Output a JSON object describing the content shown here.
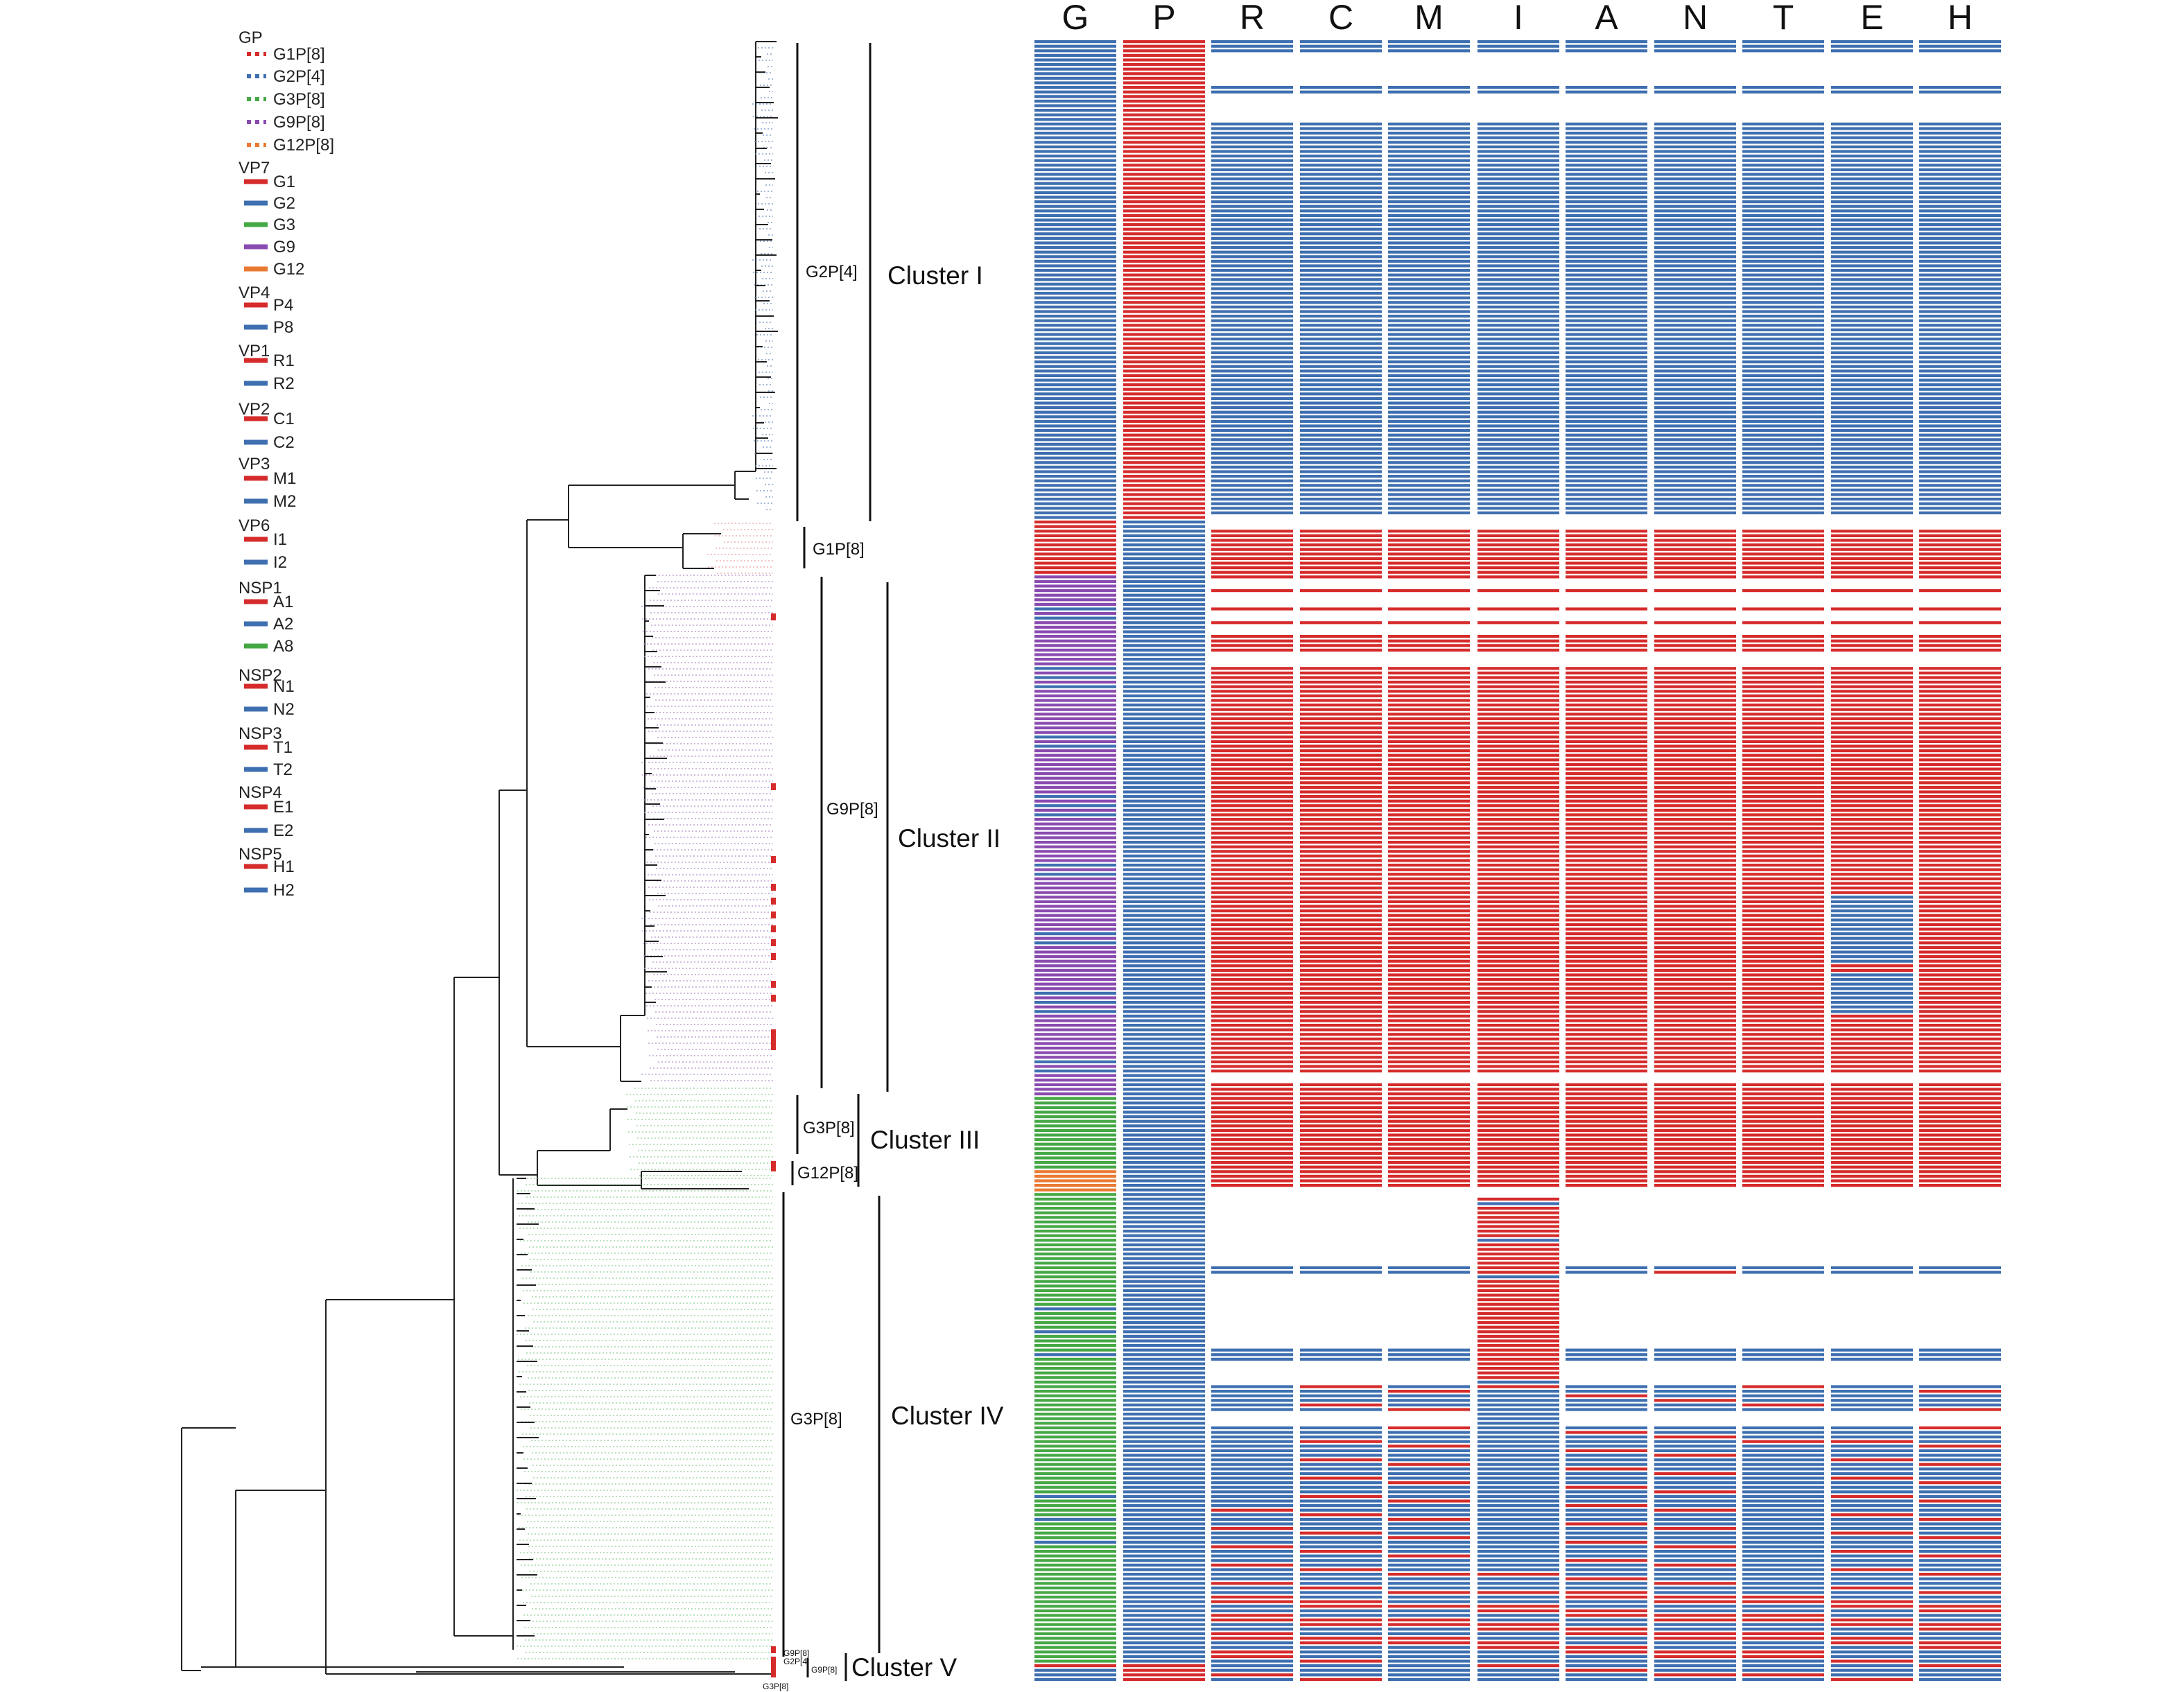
{
  "legend": {
    "GP": {
      "title": "GP",
      "items": [
        {
          "label": "G1P[8]",
          "color": "#d62b2b",
          "dashed": true
        },
        {
          "label": "G2P[4]",
          "color": "#3e6fb0",
          "dashed": true
        },
        {
          "label": "G3P[8]",
          "color": "#45a845",
          "dashed": true
        },
        {
          "label": "G9P[8]",
          "color": "#8a4bb0",
          "dashed": true
        },
        {
          "label": "G12P[8]",
          "color": "#e97a33",
          "dashed": true
        }
      ]
    },
    "VP7": {
      "title": "VP7",
      "items": [
        {
          "label": "G1",
          "color": "#d62b2b"
        },
        {
          "label": "G2",
          "color": "#3e6fb0"
        },
        {
          "label": "G3",
          "color": "#45a845"
        },
        {
          "label": "G9",
          "color": "#8a4bb0"
        },
        {
          "label": "G12",
          "color": "#e97a33"
        }
      ]
    },
    "VP4": {
      "title": "VP4",
      "items": [
        {
          "label": "P4",
          "color": "#d62b2b"
        },
        {
          "label": "P8",
          "color": "#3e6fb0"
        }
      ]
    },
    "VP1": {
      "title": "VP1",
      "items": [
        {
          "label": "R1",
          "color": "#d62b2b"
        },
        {
          "label": "R2",
          "color": "#3e6fb0"
        }
      ]
    },
    "VP2": {
      "title": "VP2",
      "items": [
        {
          "label": "C1",
          "color": "#d62b2b"
        },
        {
          "label": "C2",
          "color": "#3e6fb0"
        }
      ]
    },
    "VP3": {
      "title": "VP3",
      "items": [
        {
          "label": "M1",
          "color": "#d62b2b"
        },
        {
          "label": "M2",
          "color": "#3e6fb0"
        }
      ]
    },
    "VP6": {
      "title": "VP6",
      "items": [
        {
          "label": "I1",
          "color": "#d62b2b"
        },
        {
          "label": "I2",
          "color": "#3e6fb0"
        }
      ]
    },
    "NSP1": {
      "title": "NSP1",
      "items": [
        {
          "label": "A1",
          "color": "#d62b2b"
        },
        {
          "label": "A2",
          "color": "#3e6fb0"
        },
        {
          "label": "A8",
          "color": "#45a845"
        }
      ]
    },
    "NSP2": {
      "title": "NSP2",
      "items": [
        {
          "label": "N1",
          "color": "#d62b2b"
        },
        {
          "label": "N2",
          "color": "#3e6fb0"
        }
      ]
    },
    "NSP3": {
      "title": "NSP3",
      "items": [
        {
          "label": "T1",
          "color": "#d62b2b"
        },
        {
          "label": "T2",
          "color": "#3e6fb0"
        }
      ]
    },
    "NSP4": {
      "title": "NSP4",
      "items": [
        {
          "label": "E1",
          "color": "#d62b2b"
        },
        {
          "label": "E2",
          "color": "#3e6fb0"
        }
      ]
    },
    "NSP5": {
      "title": "NSP5",
      "items": [
        {
          "label": "H1",
          "color": "#d62b2b"
        },
        {
          "label": "H2",
          "color": "#3e6fb0"
        }
      ]
    }
  },
  "colors": {
    "red": "#d62b2b",
    "blue": "#3e6fb0",
    "lightblue": "#a9c2e4",
    "green": "#45a845",
    "purple": "#8a4bb0",
    "orange": "#e97a33",
    "pink": "#e8a0a0"
  },
  "columns": [
    "G",
    "P",
    "R",
    "C",
    "M",
    "I",
    "A",
    "N",
    "T",
    "E",
    "H"
  ],
  "clusters": [
    {
      "label": "Cluster I",
      "sub": "G2P[4]"
    },
    {
      "label": "",
      "sub": "G1P[8]"
    },
    {
      "label": "Cluster II",
      "sub": "G9P[8]"
    },
    {
      "label": "Cluster III",
      "sub": "G3P[8]"
    },
    {
      "label": "",
      "sub": "G12P[8]"
    },
    {
      "label": "Cluster IV",
      "sub": "G3P[8]"
    },
    {
      "label": "Cluster V",
      "sub": ""
    }
  ],
  "cluster_v_tiny": [
    "G9P[8]",
    "G2P[4]",
    "G9P[8]",
    "G3P[8]"
  ]
}
